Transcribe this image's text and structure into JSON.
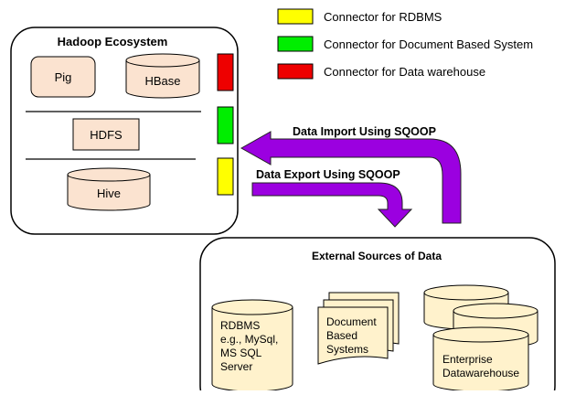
{
  "legend": {
    "rdbms": {
      "label": "Connector for RDBMS",
      "color": "#ffff00"
    },
    "document": {
      "label": "Connector for Document Based System",
      "color": "#00ee00"
    },
    "warehouse": {
      "label": "Connector for Data warehouse",
      "color": "#ee0000"
    }
  },
  "hadoop": {
    "title": "Hadoop Ecosystem",
    "pig": "Pig",
    "hbase": "HBase",
    "hdfs": "HDFS",
    "hive": "Hive"
  },
  "flows": {
    "import_label": "Data Import Using SQOOP",
    "export_label": "Data Export Using SQOOP",
    "arrow_color": "#9b00e0"
  },
  "external": {
    "title": "External Sources of Data",
    "rdbms_lines": [
      "RDBMS",
      "e.g., MySql,",
      "MS SQL",
      "Server"
    ],
    "document_lines": [
      "Document",
      "Based",
      "Systems"
    ],
    "warehouse_lines": [
      "Enterprise",
      "Datawarehouse"
    ]
  },
  "colors": {
    "component_fill": "#fbe3d0",
    "box_fill": "#ffffff",
    "stroke": "#000000"
  }
}
